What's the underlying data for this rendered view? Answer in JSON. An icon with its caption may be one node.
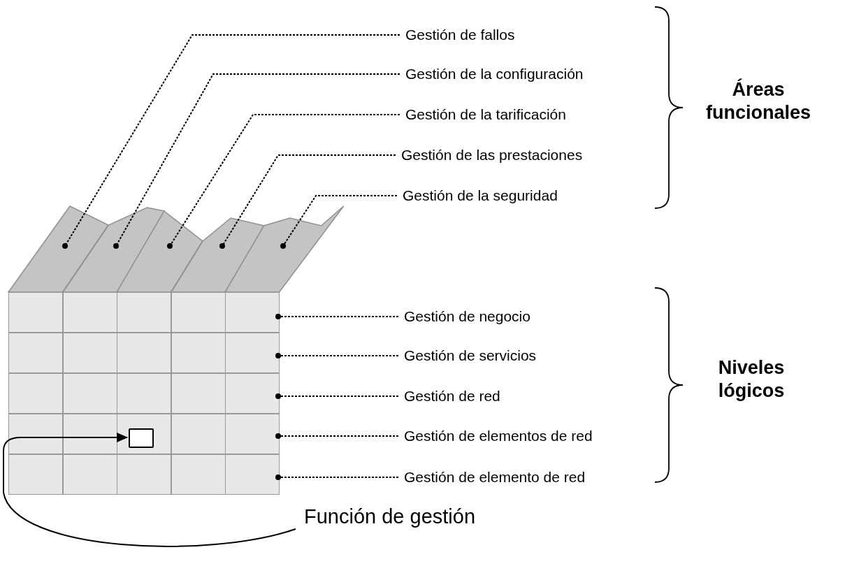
{
  "diagram": {
    "nodes": [
      {
        "text": [
          "Gestión de fallos"
        ]
      },
      {
        "text": [
          "Gestión de la configuración"
        ]
      },
      {
        "text": [
          "Gestión de la tarificación"
        ]
      },
      {
        "text": [
          "Gestión de las prestaciones"
        ]
      },
      {
        "text": [
          "Gestión de la seguridad"
        ]
      },
      {
        "text": [],
        "shape": "box"
      },
      {
        "text": [],
        "shape": "box"
      },
      {
        "text": [],
        "shape": "box"
      },
      {
        "text": [],
        "shape": "box"
      },
      {
        "text": [],
        "shape": "box"
      },
      {
        "text": [
          "Gestión de negocio"
        ]
      },
      {
        "text": [
          "Gestión de servicios"
        ]
      },
      {
        "text": [
          "Gestión de red"
        ]
      },
      {
        "text": [
          "Gestión de elementos de red"
        ]
      },
      {
        "text": [
          "Gestión de elemento de red"
        ]
      },
      {
        "text": [],
        "shape": "bar"
      },
      {
        "text": [],
        "shape": "bar"
      },
      {
        "text": [],
        "shape": "bar"
      },
      {
        "text": [],
        "shape": "bar"
      },
      {
        "text": [],
        "shape": "bar"
      },
      {
        "text": [],
        "shape": "box",
        "in": 18
      },
      {
        "text": [
          "Función de gestión"
        ]
      }
    ],
    "edges": [
      {
        "from": 0,
        "to": 5,
        "arrow": "other",
        "style": "dashed"
      },
      {
        "from": 1,
        "to": 6,
        "arrow": "other",
        "style": "dashed"
      },
      {
        "from": 2,
        "to": 7,
        "arrow": "other",
        "style": "dashed"
      },
      {
        "from": 3,
        "to": 8,
        "arrow": "other",
        "style": "dashed"
      },
      {
        "from": 4,
        "to": 9,
        "arrow": "other",
        "style": "dashed"
      },
      {
        "from": 10,
        "to": 15,
        "arrow": "other",
        "style": "dashed"
      },
      {
        "from": 11,
        "to": 16,
        "arrow": "other",
        "style": "dashed"
      },
      {
        "from": 12,
        "to": 17,
        "arrow": "other",
        "style": "dashed"
      },
      {
        "from": 13,
        "to": 18,
        "arrow": "other",
        "style": "dashed"
      },
      {
        "from": 14,
        "to": 19,
        "arrow": "other",
        "style": "dashed"
      },
      {
        "from": 21,
        "to": 20,
        "arrow": "to"
      }
    ],
    "labels": [
      "Áreas funcionales",
      "Niveles lógicos"
    ]
  }
}
